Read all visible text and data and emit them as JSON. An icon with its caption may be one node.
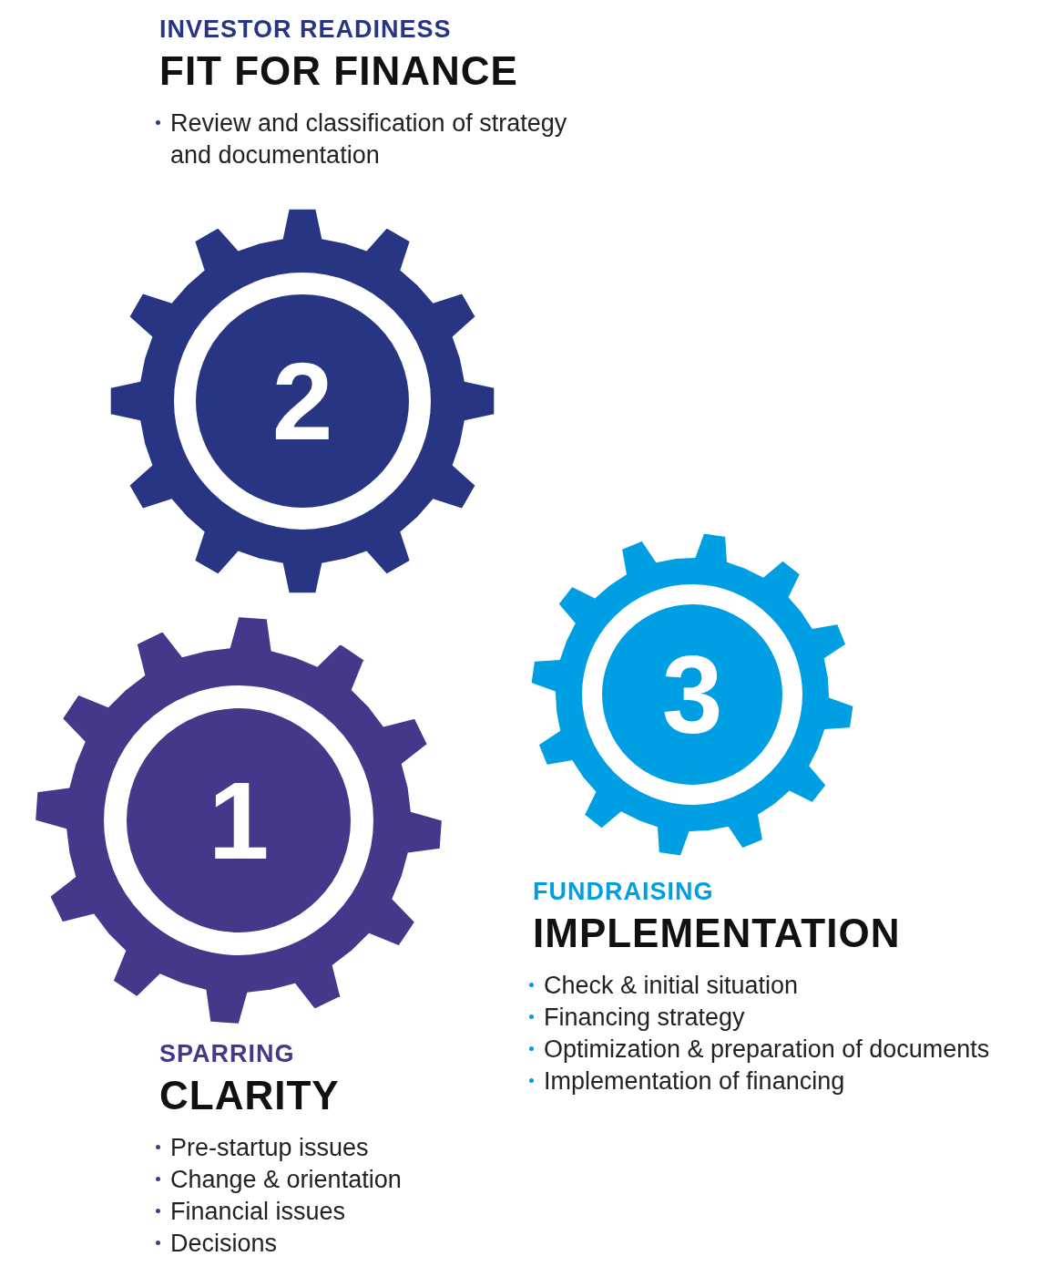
{
  "diagram": {
    "nodes": [
      {
        "text": [
          "2"
        ],
        "beside": [
          "INVESTOR READINESS",
          "FIT FOR FINANCE",
          "Review and classification of strategy and documentation"
        ]
      },
      {
        "text": [
          "3"
        ],
        "beside": [
          "FUNDRAISING",
          "IMPLEMENTATION",
          "Check & initial situation",
          "Financing strategy",
          "Optimization & preparation of documents",
          "Implementation of financing"
        ]
      },
      {
        "text": [
          "1"
        ],
        "beside": [
          "SPARRING",
          "CLARITY",
          "Pre-startup issues",
          "Change & orientation",
          "Financial issues",
          "Decisions"
        ]
      }
    ]
  }
}
